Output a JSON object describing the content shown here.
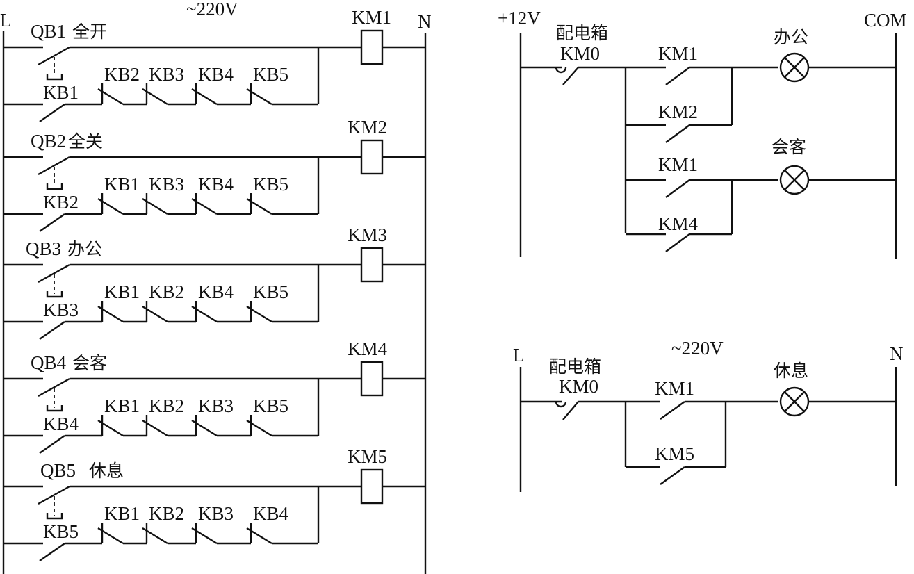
{
  "diagram": {
    "left_circuit": {
      "supply_label": "~220V",
      "left_rail_label": "L",
      "right_rail_label": "N",
      "rungs": [
        {
          "selector": "QB1",
          "selector_function": "全开",
          "button": "KB1",
          "interlocks": [
            "KB2",
            "KB3",
            "KB4",
            "KB5"
          ],
          "coil": "KM1"
        },
        {
          "selector": "QB2",
          "selector_function": "全关",
          "button": "KB2",
          "interlocks": [
            "KB1",
            "KB3",
            "KB4",
            "KB5"
          ],
          "coil": "KM2"
        },
        {
          "selector": "QB3",
          "selector_function": "办公",
          "button": "KB3",
          "interlocks": [
            "KB1",
            "KB2",
            "KB4",
            "KB5"
          ],
          "coil": "KM3"
        },
        {
          "selector": "QB4",
          "selector_function": "会客",
          "button": "KB4",
          "interlocks": [
            "KB1",
            "KB2",
            "KB3",
            "KB5"
          ],
          "coil": "KM4"
        },
        {
          "selector": "QB5",
          "selector_function": "休息",
          "button": "KB5",
          "interlocks": [
            "KB1",
            "KB2",
            "KB3",
            "KB4"
          ],
          "coil": "KM5"
        }
      ]
    },
    "right_top_circuit": {
      "supply_label": "+12V",
      "return_label": "COM",
      "main_switch_group": "配电箱",
      "main_switch": "KM0",
      "branches": [
        {
          "lamp_label": "办公",
          "contacts": [
            "KM1",
            "KM2"
          ]
        },
        {
          "lamp_label": "会客",
          "contacts": [
            "KM1",
            "KM4"
          ]
        }
      ]
    },
    "right_bottom_circuit": {
      "supply_label": "~220V",
      "left_rail_label": "L",
      "right_rail_label": "N",
      "main_switch_group": "配电箱",
      "main_switch": "KM0",
      "branches": [
        {
          "lamp_label": "休息",
          "contacts": [
            "KM1",
            "KM5"
          ]
        }
      ]
    }
  }
}
